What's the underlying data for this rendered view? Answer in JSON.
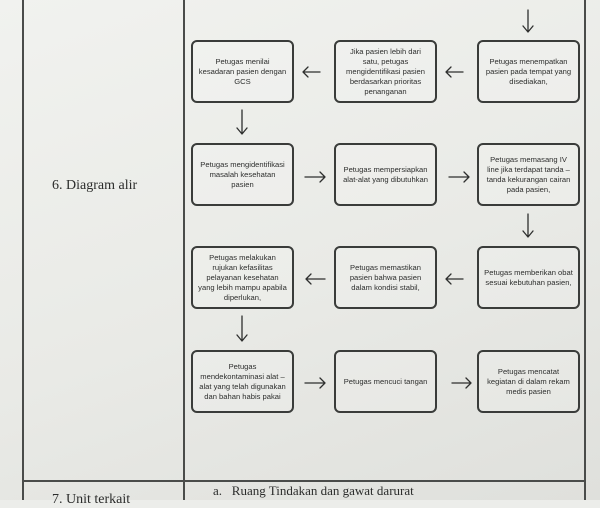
{
  "section": {
    "number_label": "6. Diagram alir"
  },
  "flow": {
    "boxes": [
      "Petugas menilai kesadaran pasien dengan GCS",
      "Jika pasien lebih dari satu, petugas mengidentifikasi pasien berdasarkan prioritas penanganan",
      "Petugas menempatkan pasien pada tempat yang disediakan,",
      "Petugas mengidentifikasi masalah kesehatan pasien",
      "Petugas mempersiapkan alat-alat yang dibutuhkan",
      "Petugas memasang IV line jika terdapat tanda – tanda kekurangan cairan pada pasien,",
      "Petugas melakukan rujukan kefasilitas pelayanan kesehatan yang lebih mampu apabila diperlukan,",
      "Petugas memastikan pasien bahwa pasien dalam kondisi stabil,",
      "Petugas memberikan obat sesuai kebutuhan pasien,",
      "Petugas mendekontaminasi alat – alat yang telah digunakan dan bahan habis pakai",
      "Petugas mencuci tangan",
      "Petugas mencatat kegiatan di dalam rekam medis pasien"
    ]
  },
  "next_section": {
    "item_a": "a.   Ruang Tindakan dan gawat darurat",
    "partial_label": "7. Unit terkait"
  }
}
